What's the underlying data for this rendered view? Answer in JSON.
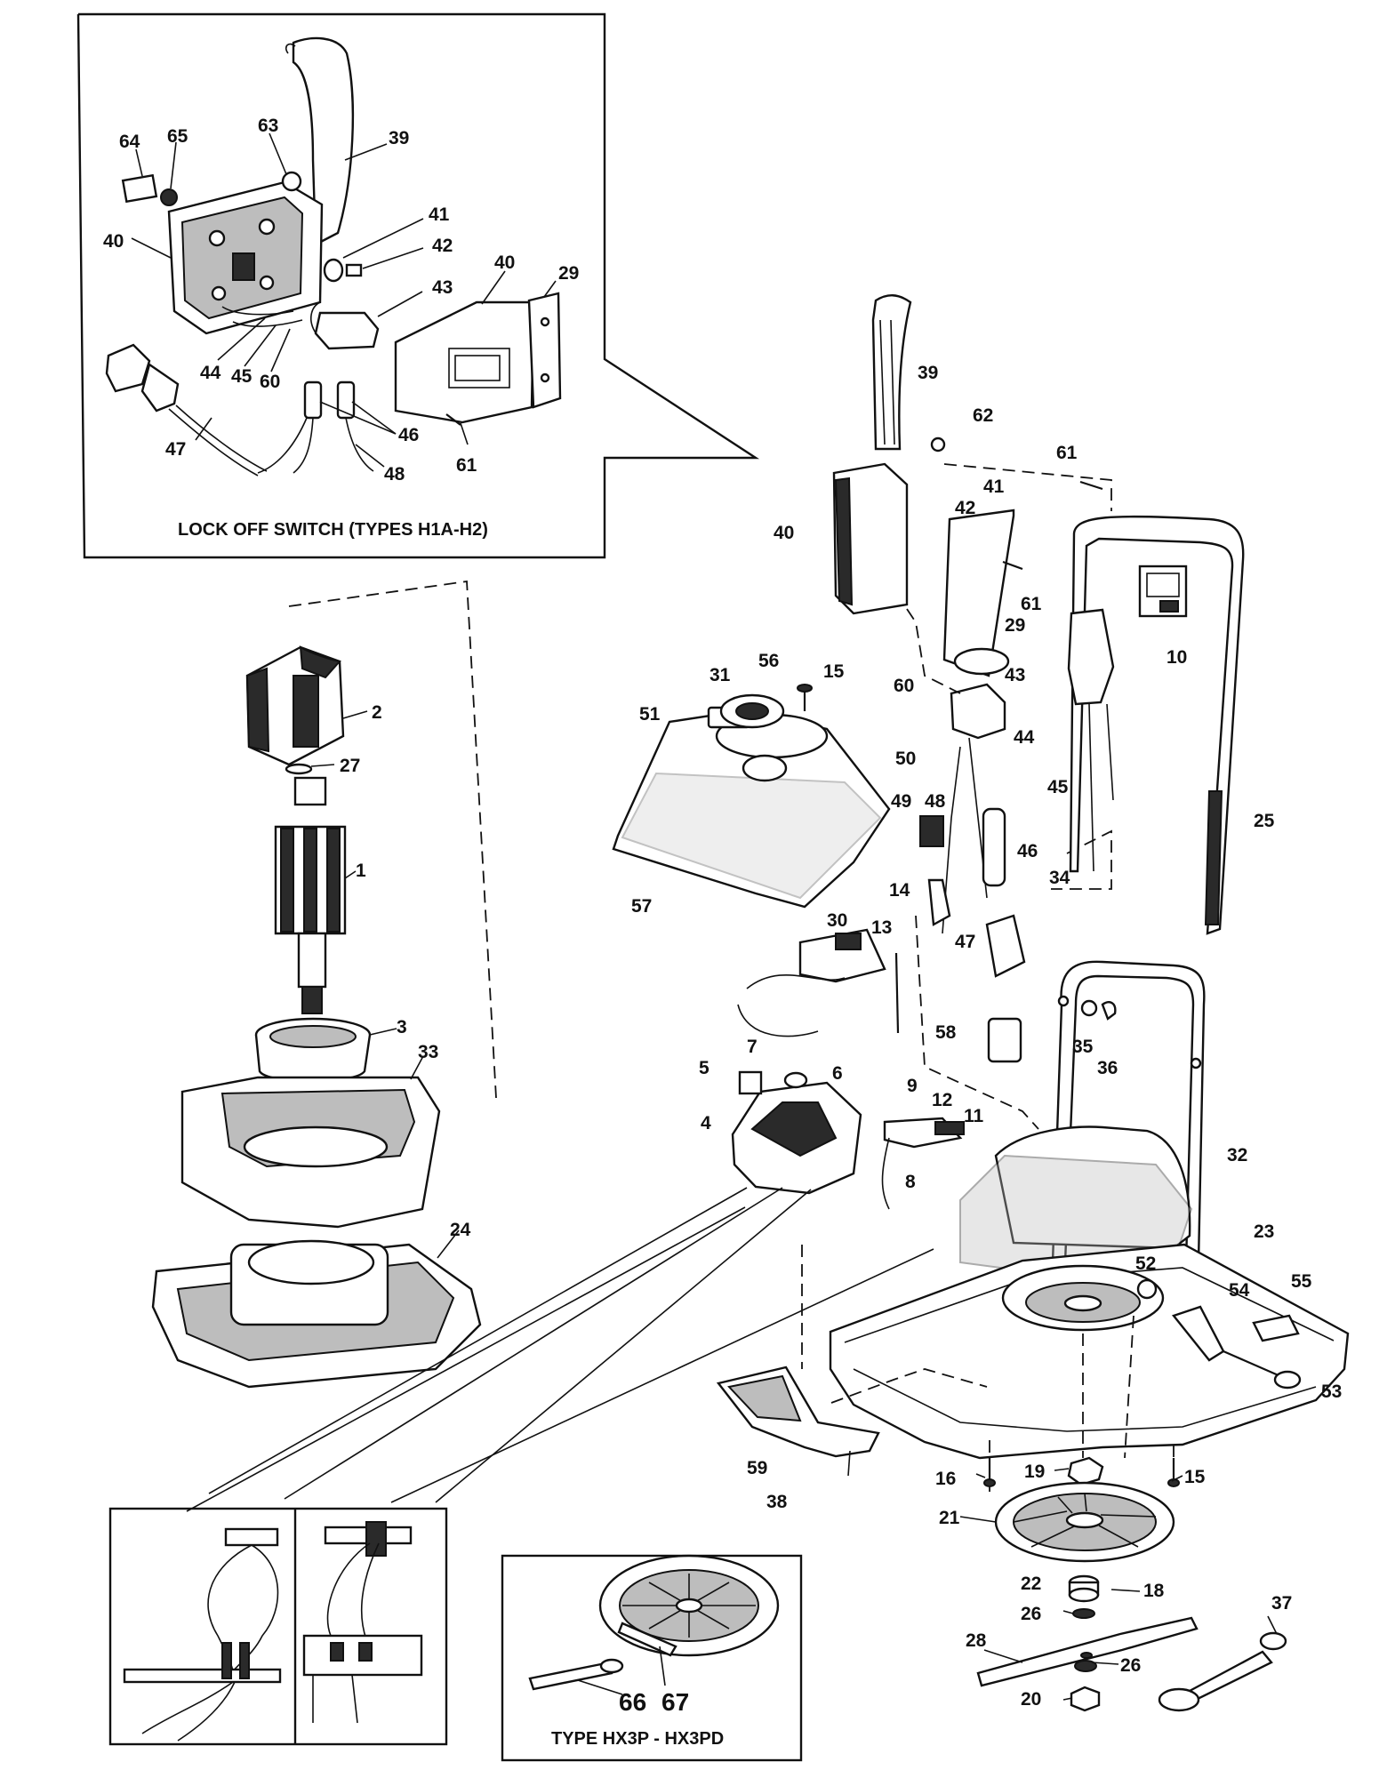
{
  "insets": {
    "lock_off_switch": "LOCK OFF SWITCH (TYPES H1A-H2)",
    "type_hx3p": "TYPE HX3P - HX3PD"
  },
  "callouts": {
    "inset": [
      "64",
      "65",
      "63",
      "39",
      "41",
      "42",
      "40",
      "43",
      "40",
      "29",
      "44",
      "45",
      "60",
      "46",
      "61",
      "47",
      "48"
    ],
    "main": [
      "39",
      "62",
      "61",
      "41",
      "42",
      "40",
      "61",
      "29",
      "10",
      "25",
      "31",
      "56",
      "15",
      "51",
      "60",
      "43",
      "44",
      "50",
      "45",
      "49",
      "48",
      "46",
      "34",
      "57",
      "14",
      "47",
      "13",
      "30",
      "58",
      "35",
      "36",
      "7",
      "5",
      "6",
      "9",
      "12",
      "11",
      "4",
      "8",
      "32",
      "23",
      "52",
      "54",
      "55",
      "53",
      "59",
      "38",
      "16",
      "19",
      "15",
      "21",
      "22",
      "18",
      "26",
      "37",
      "28",
      "26",
      "20",
      "2",
      "27",
      "1",
      "3",
      "33",
      "24"
    ],
    "hx3p": [
      "66",
      "67"
    ]
  }
}
